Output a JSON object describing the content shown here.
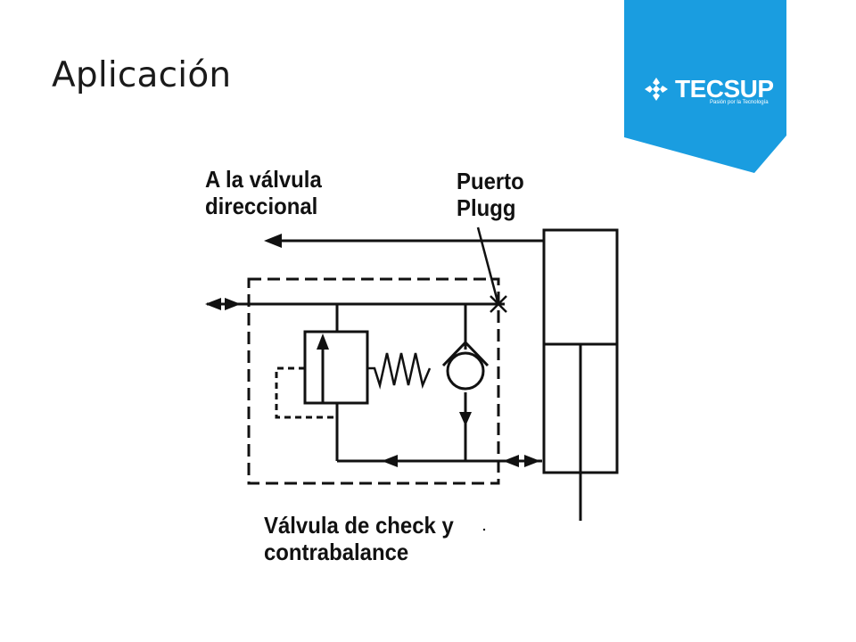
{
  "slide": {
    "title": "Aplicación"
  },
  "logo": {
    "name": "TECSUP",
    "tagline": "Pasión por la Tecnología",
    "color": "#1a9de0"
  },
  "diagram": {
    "labels": {
      "directional_valve": [
        "A la válvula",
        "direccional"
      ],
      "plug_port": [
        "Puerto",
        "Plugg"
      ],
      "check_counterbalance": [
        "Válvula de check y",
        "contrabalance"
      ]
    }
  }
}
